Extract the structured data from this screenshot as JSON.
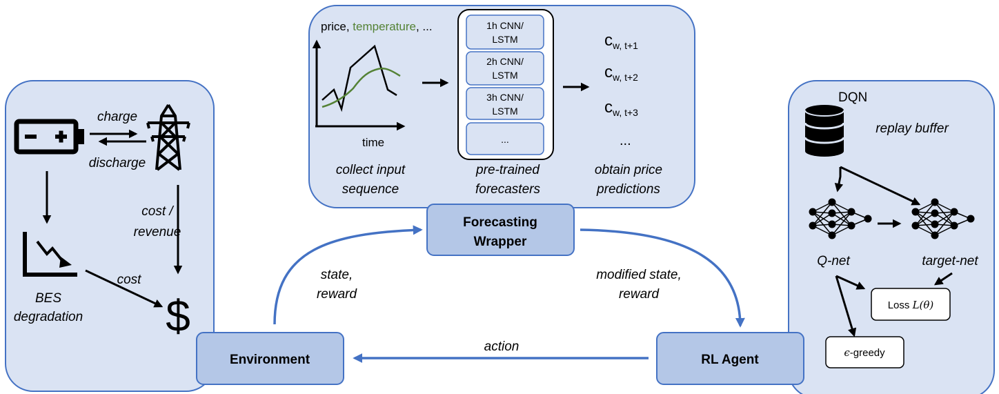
{
  "forecast_panel": {
    "axis_label_price": "price, ",
    "axis_label_temperature": "temperature",
    "axis_label_tail": ", ...",
    "x_axis_label": "time",
    "forecaster_1": [
      "1h CNN/",
      "LSTM"
    ],
    "forecaster_2": [
      "2h CNN/",
      "LSTM"
    ],
    "forecaster_3": [
      "3h CNN/",
      "LSTM"
    ],
    "forecaster_more": "...",
    "pred_1": {
      "base": "c",
      "sub": "w, t+1"
    },
    "pred_2": {
      "base": "c",
      "sub": "w, t+2"
    },
    "pred_3": {
      "base": "c",
      "sub": "w, t+3"
    },
    "pred_more": "...",
    "caption_collect": [
      "collect input",
      "sequence"
    ],
    "caption_forecasters": [
      "pre-trained",
      "forecasters"
    ],
    "caption_predictions": [
      "obtain price",
      "predictions"
    ]
  },
  "env_panel": {
    "charge": "charge",
    "discharge": "discharge",
    "cost_revenue": [
      "cost /",
      "revenue"
    ],
    "cost": "cost",
    "bes_degradation": [
      "BES",
      "degradation"
    ],
    "dollar": "$"
  },
  "dqn_panel": {
    "title": "DQN",
    "replay_buffer": "replay buffer",
    "q_net": "Q-net",
    "target_net": "target-net",
    "loss_text": "Loss ",
    "loss_math": "L(θ)",
    "greedy_eps": "ϵ",
    "greedy_text": "-greedy"
  },
  "nodes": {
    "forecasting_wrapper": [
      "Forecasting",
      "Wrapper"
    ],
    "environment": "Environment",
    "rl_agent": "RL Agent"
  },
  "edges": {
    "state_reward": [
      "state,",
      "reward"
    ],
    "modified_state_reward": [
      "modified state,",
      "reward"
    ],
    "action": "action"
  },
  "colors": {
    "panel_fill": "#dae3f3",
    "panel_stroke": "#4472c4",
    "node_fill": "#b4c7e7",
    "node_stroke": "#4472c4",
    "arrow_blue": "#4472c4",
    "temperature_green": "#548235"
  }
}
